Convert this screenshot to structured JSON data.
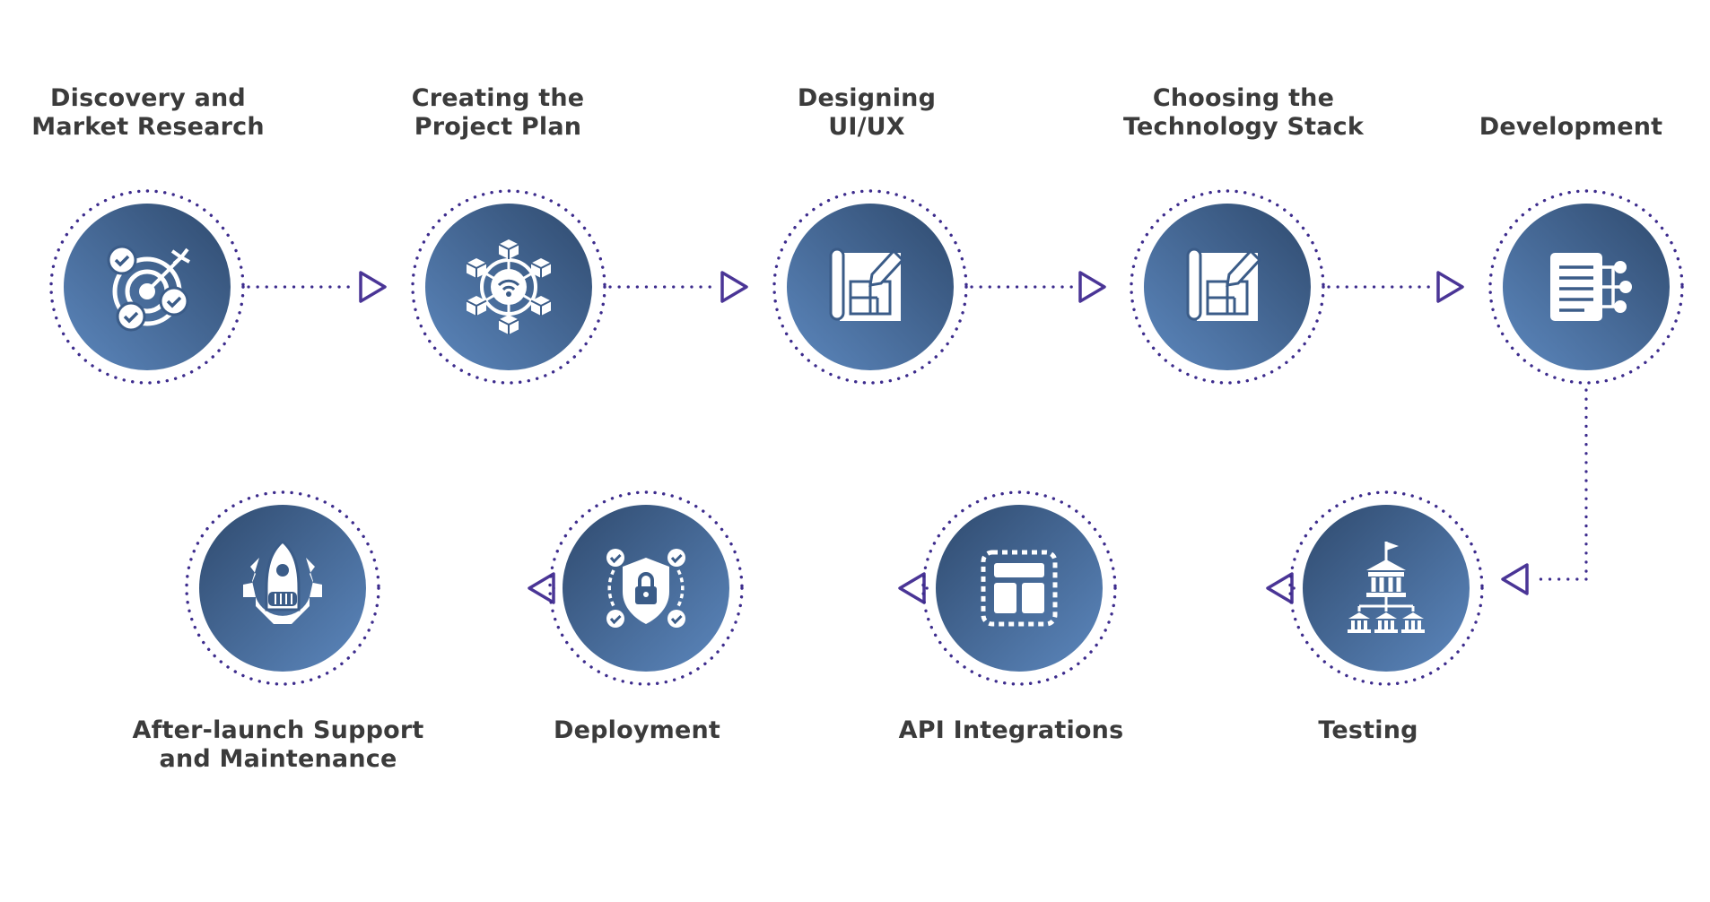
{
  "colors": {
    "circle_dark": "#2f4a6e",
    "circle_light": "#5c87bd",
    "dots": "#3d2c8d",
    "arrow": "#4a3596",
    "icon": "#ffffff",
    "text": "#3b3b3b"
  },
  "steps": [
    {
      "lines": [
        "Discovery and",
        "Market Research"
      ],
      "icon": "target-check-icon"
    },
    {
      "lines": [
        "Creating the",
        "Project Plan"
      ],
      "icon": "network-hexagon-icon"
    },
    {
      "lines": [
        "Designing",
        "UI/UX"
      ],
      "icon": "blueprint-pencil-icon"
    },
    {
      "lines": [
        "Choosing the",
        "Technology Stack"
      ],
      "icon": "blueprint-pencil-icon"
    },
    {
      "lines": [
        "Development"
      ],
      "icon": "document-nodes-icon"
    },
    {
      "lines": [
        "Testing"
      ],
      "icon": "institution-hierarchy-icon"
    },
    {
      "lines": [
        "API Integrations"
      ],
      "icon": "layout-grid-icon"
    },
    {
      "lines": [
        "Deployment"
      ],
      "icon": "shield-lock-icon"
    },
    {
      "lines": [
        "After-launch Support",
        "and Maintenance"
      ],
      "icon": "rocket-gear-icon"
    }
  ]
}
